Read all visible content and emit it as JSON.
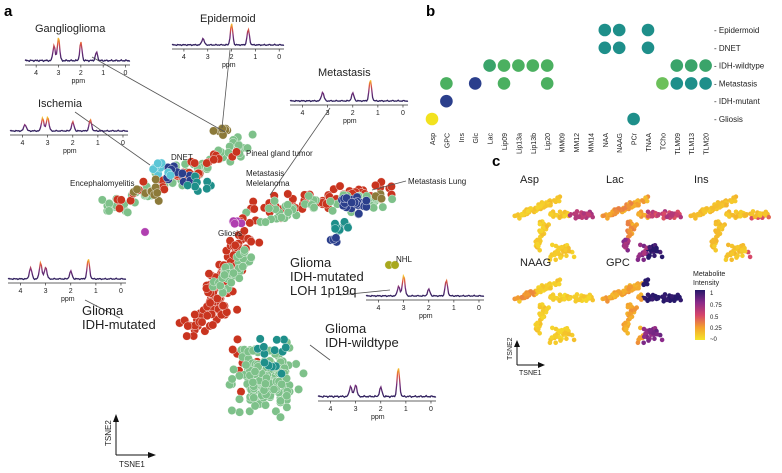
{
  "panels": {
    "a": {
      "label": "a"
    },
    "b": {
      "label": "b"
    },
    "c": {
      "label": "c"
    }
  },
  "panel_a": {
    "axes": {
      "x": "TSNE1",
      "y": "TSNE2"
    },
    "spectra": [
      {
        "title": "Ganglioglioma",
        "xlabel": "ppm",
        "ticks": [
          "4",
          "3",
          "2",
          "1",
          "0"
        ]
      },
      {
        "title": "Epidermoid",
        "xlabel": "ppm",
        "ticks": [
          "4",
          "3",
          "2",
          "1",
          "0"
        ]
      },
      {
        "title": "Ischemia",
        "xlabel": "ppm",
        "ticks": [
          "4",
          "3",
          "2",
          "1",
          "0"
        ]
      },
      {
        "title": "Metastasis",
        "xlabel": "ppm",
        "ticks": [
          "4",
          "3",
          "2",
          "1",
          "0"
        ]
      },
      {
        "title": "",
        "xlabel": "ppm",
        "ticks": [
          "4",
          "3",
          "2",
          "1",
          "0"
        ]
      },
      {
        "title": "",
        "xlabel": "ppm",
        "ticks": [
          "4",
          "3",
          "2",
          "1",
          "0"
        ]
      },
      {
        "title": "",
        "xlabel": "ppm",
        "ticks": [
          "4",
          "3",
          "2",
          "1",
          "0"
        ]
      }
    ],
    "annotations": {
      "dnet": "DNET",
      "encephalomyelitis": "Encephalomyelitis",
      "pineal": "Pineal gland tumor",
      "metastasis_melanoma_1": "Metastasis",
      "metastasis_melanoma_2": "Melelanoma",
      "gliosis": "Gliosis",
      "metastasis_lung": "Metastasis Lung",
      "nhl": "NHL",
      "glioma_loh_1": "Glioma",
      "glioma_loh_2": "IDH-mutated",
      "glioma_loh_3": "LOH 1p19q",
      "glioma_mut_1": "Glioma",
      "glioma_mut_2": "IDH-mutated",
      "glioma_wt_1": "Glioma",
      "glioma_wt_2": "IDH-wildtype"
    },
    "class_colors": {
      "wildtype": "#7ec18a",
      "mutated": "#c9341f",
      "loh": "#2b3f8c",
      "metastasis": "#1e8f8a",
      "other": "#8c7a3a",
      "dnet": "#5bc6d6",
      "gliosis": "#b03fb0",
      "nhl": "#a8a81e"
    }
  },
  "chart_data": [
    {
      "type": "scatter",
      "title": "",
      "xlabel": "",
      "ylabel": "",
      "categories_x": [
        "Asp",
        "GPC",
        "Ins",
        "Glc",
        "Lac",
        "Lip09",
        "Lip13a",
        "Lip13b",
        "Lip20",
        "MM09",
        "MM12",
        "MM14",
        "NAA",
        "NAAG",
        "PCr",
        "TNAA",
        "TCho",
        "TLM09",
        "TLM13",
        "TLM20"
      ],
      "categories_y": [
        "Epidermoid",
        "DNET",
        "IDH-wildtype",
        "Metastasis",
        "IDH-mutant",
        "Gliosis"
      ],
      "points": [
        {
          "x": "NAA",
          "y": "Epidermoid",
          "color": "#1e8f8a"
        },
        {
          "x": "NAAG",
          "y": "Epidermoid",
          "color": "#1e8f8a"
        },
        {
          "x": "TNAA",
          "y": "Epidermoid",
          "color": "#1e8f8a"
        },
        {
          "x": "NAA",
          "y": "DNET",
          "color": "#1e8f8a"
        },
        {
          "x": "NAAG",
          "y": "DNET",
          "color": "#1e8f8a"
        },
        {
          "x": "TNAA",
          "y": "DNET",
          "color": "#1e8f8a"
        },
        {
          "x": "Lac",
          "y": "IDH-wildtype",
          "color": "#3aa46a"
        },
        {
          "x": "Lip09",
          "y": "IDH-wildtype",
          "color": "#4bb060"
        },
        {
          "x": "Lip13a",
          "y": "IDH-wildtype",
          "color": "#4bb060"
        },
        {
          "x": "Lip13b",
          "y": "IDH-wildtype",
          "color": "#4bb060"
        },
        {
          "x": "Lip20",
          "y": "IDH-wildtype",
          "color": "#4bb060"
        },
        {
          "x": "TLM09",
          "y": "IDH-wildtype",
          "color": "#3aa46a"
        },
        {
          "x": "TLM13",
          "y": "IDH-wildtype",
          "color": "#3aa46a"
        },
        {
          "x": "TLM20",
          "y": "IDH-wildtype",
          "color": "#3aa46a"
        },
        {
          "x": "GPC",
          "y": "Metastasis",
          "color": "#4bb060"
        },
        {
          "x": "Glc",
          "y": "Metastasis",
          "color": "#2b3f8c"
        },
        {
          "x": "Lip09",
          "y": "Metastasis",
          "color": "#4bb060"
        },
        {
          "x": "Lip20",
          "y": "Metastasis",
          "color": "#4bb060"
        },
        {
          "x": "TCho",
          "y": "Metastasis",
          "color": "#6cc05a"
        },
        {
          "x": "TLM09",
          "y": "Metastasis",
          "color": "#1e8f8a"
        },
        {
          "x": "TLM13",
          "y": "Metastasis",
          "color": "#1e8f8a"
        },
        {
          "x": "TLM20",
          "y": "Metastasis",
          "color": "#1e8f8a"
        },
        {
          "x": "GPC",
          "y": "IDH-mutant",
          "color": "#2b3f8c"
        },
        {
          "x": "Asp",
          "y": "Gliosis",
          "color": "#f2e21f"
        },
        {
          "x": "PCr",
          "y": "Gliosis",
          "color": "#1e8f8a"
        }
      ]
    },
    {
      "type": "heatmap",
      "title": "",
      "axes": {
        "x": "TSNE1",
        "y": "TSNE2"
      },
      "maps": [
        "Asp",
        "Lac",
        "Ins",
        "NAAG",
        "GPC"
      ],
      "colorbar": {
        "title_1": "Metabolite",
        "title_2": "Intensity",
        "ticks": [
          "1",
          "0.75",
          "0.5",
          "0.25",
          "~0"
        ],
        "ticks_values": [
          1,
          0.75,
          0.5,
          0.25,
          0
        ],
        "range": [
          0,
          1
        ]
      }
    }
  ]
}
